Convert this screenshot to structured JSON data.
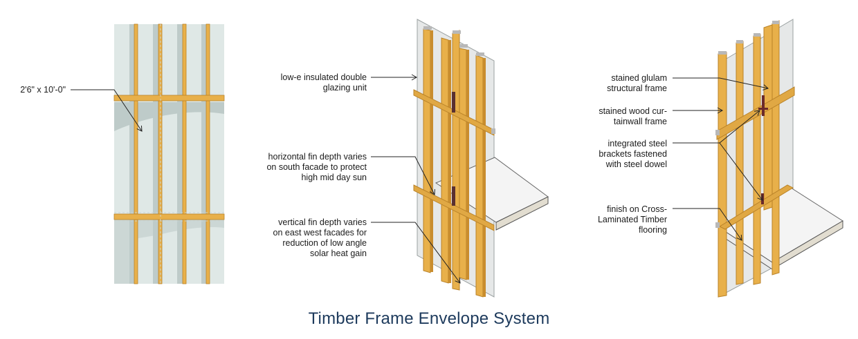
{
  "title": "Timber Frame Envelope System",
  "colors": {
    "timber": "#e8b04a",
    "timber_dark": "#b98228",
    "glass": "#dfe8e6",
    "glass_shadow": "#b9c7c4",
    "steel": "#6b2a2a",
    "slab": "#f3f3f3",
    "title": "#1d3a5c"
  },
  "elevation": {
    "labels": [
      {
        "text": "2'6\" x 10'-0\""
      }
    ]
  },
  "south_facade": {
    "labels": [
      {
        "text": "low-e insulated double\nglazing unit"
      },
      {
        "text": "horizontal fin depth varies\non south facade to protect\nhigh mid day sun"
      },
      {
        "text": "vertical fin depth varies\non east west facades for\nreduction of low angle\nsolar heat gain"
      }
    ]
  },
  "detail": {
    "labels": [
      {
        "text": "stained glulam\nstructural frame"
      },
      {
        "text": "stained wood cur-\ntainwall frame"
      },
      {
        "text": "integrated steel\nbrackets fastened\nwith steel dowel"
      },
      {
        "text": "finish on Cross-\nLaminated Timber\nflooring"
      }
    ]
  }
}
